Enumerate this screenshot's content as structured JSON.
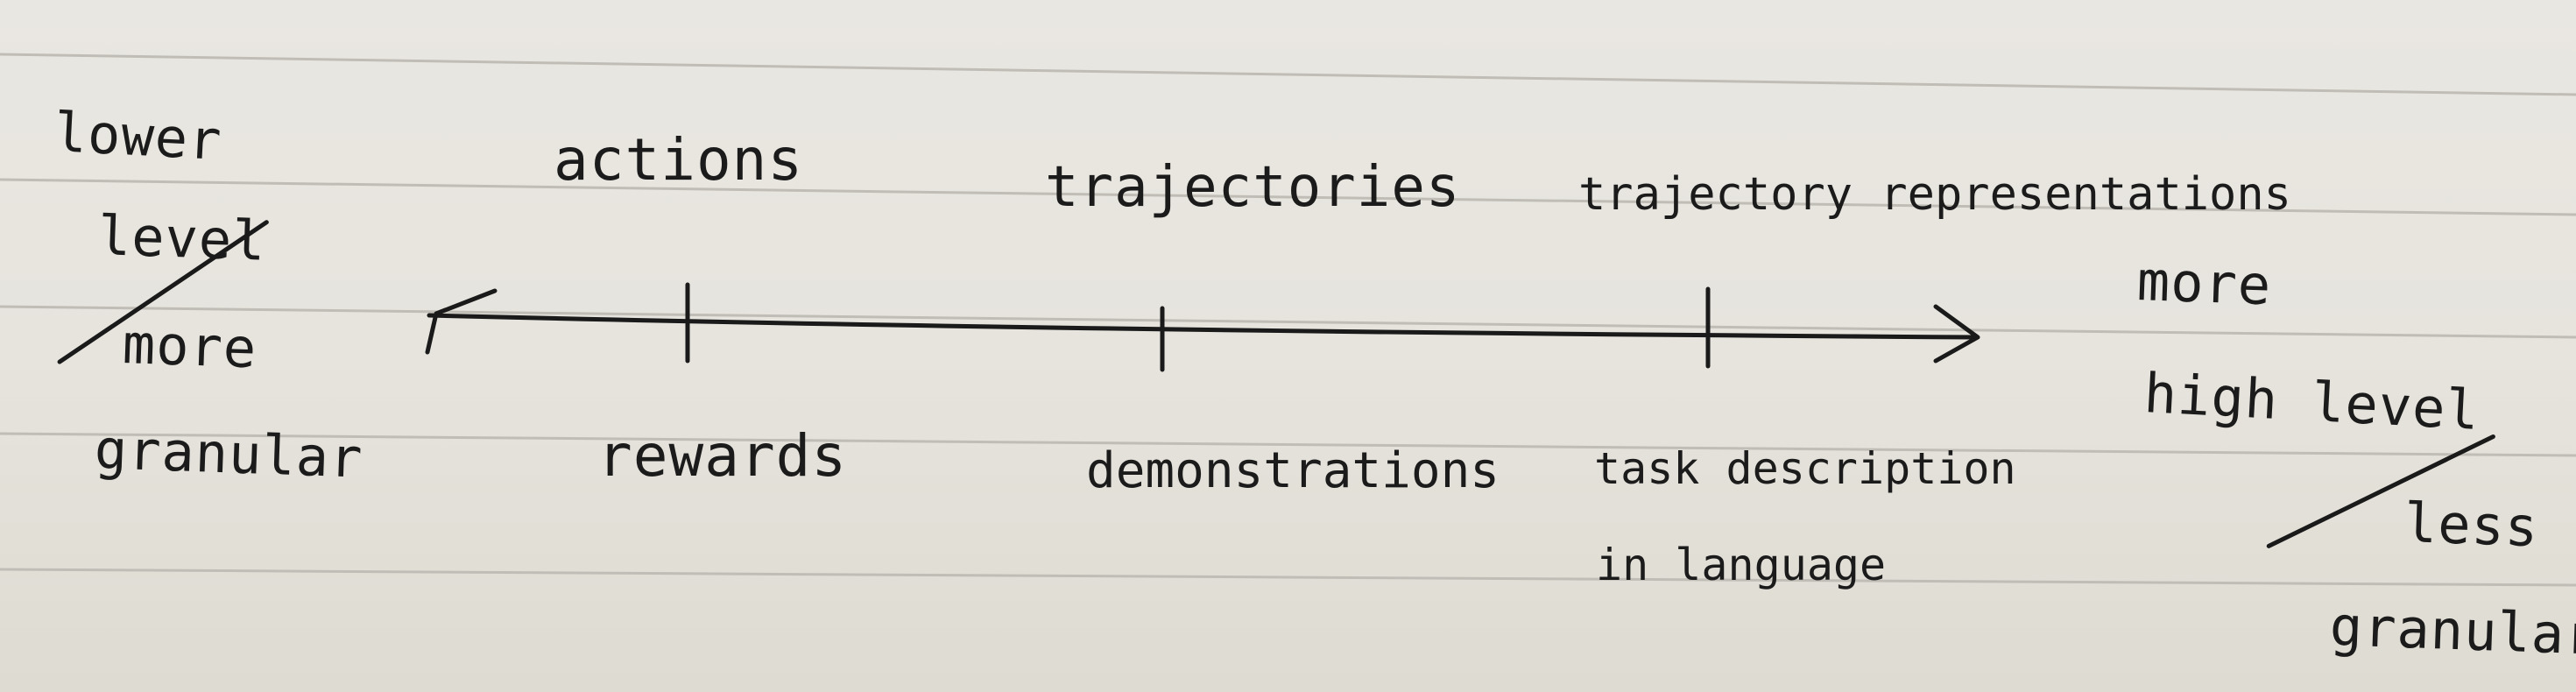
{
  "axis": {
    "left_end_label": {
      "line1": "lower",
      "line2": "level",
      "line3": "more",
      "line4": "granular"
    },
    "right_end_label": {
      "line1": "more",
      "line2": "high level",
      "line3": "less",
      "line4": "granular"
    },
    "above_labels": [
      "actions",
      "trajectories",
      "trajectory representations"
    ],
    "below_labels": [
      "rewards",
      "demonstrations",
      "task description",
      "in language"
    ]
  },
  "colors": {
    "paper": "#e7e5de",
    "ink": "#1a1a1a",
    "rule_line": "#bfbdb6"
  }
}
